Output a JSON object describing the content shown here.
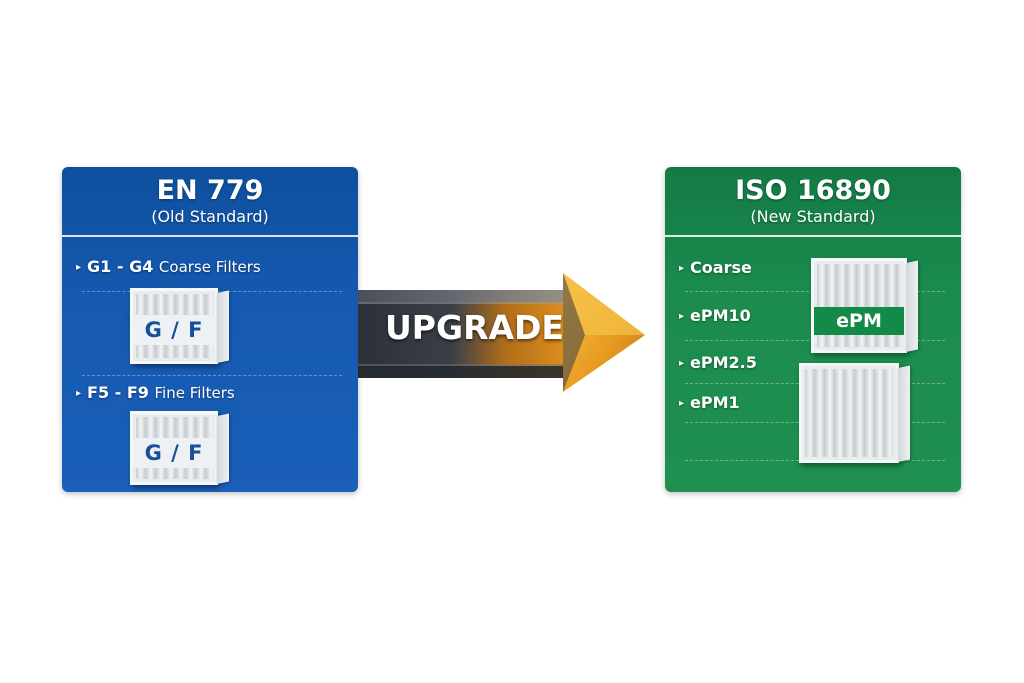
{
  "old_standard": {
    "title": "EN 779",
    "subtitle": "(Old Standard)",
    "color": "#1559b0",
    "items": [
      {
        "bullet": "▸",
        "code": "G1 - G4",
        "desc": "Coarse Filters"
      },
      {
        "bullet": "▸",
        "code": "F5 - F9",
        "desc": "Fine Filters"
      }
    ],
    "filter_label": "G / F"
  },
  "arrow": {
    "label": "UPGRADE",
    "colors": {
      "body_dark": "#2f343b",
      "body_accent": "#d98a1a",
      "head": "#e9a22a"
    }
  },
  "new_standard": {
    "title": "ISO 16890",
    "subtitle": "(New Standard)",
    "color": "#1b8c4e",
    "items": [
      {
        "bullet": "▸",
        "label": "Coarse"
      },
      {
        "bullet": "▸",
        "label": "ePM10"
      },
      {
        "bullet": "▸",
        "label": "ePM2.5"
      },
      {
        "bullet": "▸",
        "label": "ePM1"
      }
    ],
    "filter_label": "ePM"
  }
}
